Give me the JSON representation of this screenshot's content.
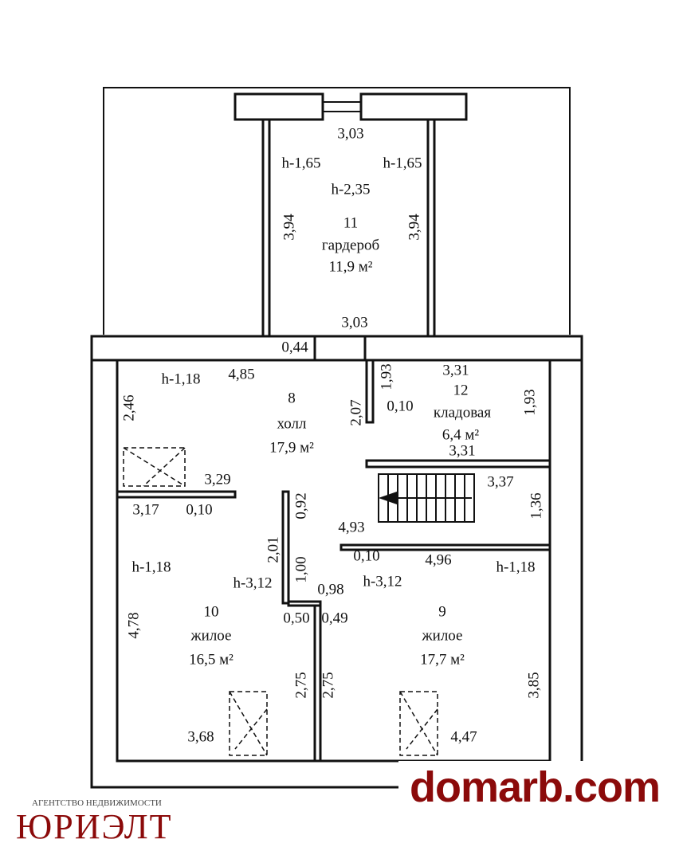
{
  "labels": [
    "3,03",
    "h-1,65",
    "h-1,65",
    "h-2,35",
    "3,94",
    "3,94",
    "11",
    "гардероб",
    "11,9 м²",
    "3,03",
    "0,44",
    "h-1,18",
    "4,85",
    "8",
    "холл",
    "17,9 м²",
    "2,46",
    "3,29",
    "3,17",
    "0,10",
    "0,92",
    "2,01",
    "1,00",
    "h-1,18",
    "h-3,12",
    "0,98",
    "h-3,12",
    "0,50",
    "0,49",
    "10",
    "жилое",
    "16,5 м²",
    "4,78",
    "2,75",
    "2,75",
    "3,68",
    "9",
    "жилое",
    "17,7 м²",
    "3,85",
    "4,47",
    "3,31",
    "12",
    "кладовая",
    "6,4 м²",
    "3,31",
    "2,07",
    "1,93",
    "0,10",
    "1,93",
    "3,37",
    "1,36",
    "4,93",
    "0,10",
    "4,96",
    "h-1,18"
  ],
  "watermark": "domarb.com",
  "agency": {
    "subtitle": "АГЕНТСТВО НЕДВИЖИМОСТИ",
    "name": "ЮРИЭЛТ"
  }
}
